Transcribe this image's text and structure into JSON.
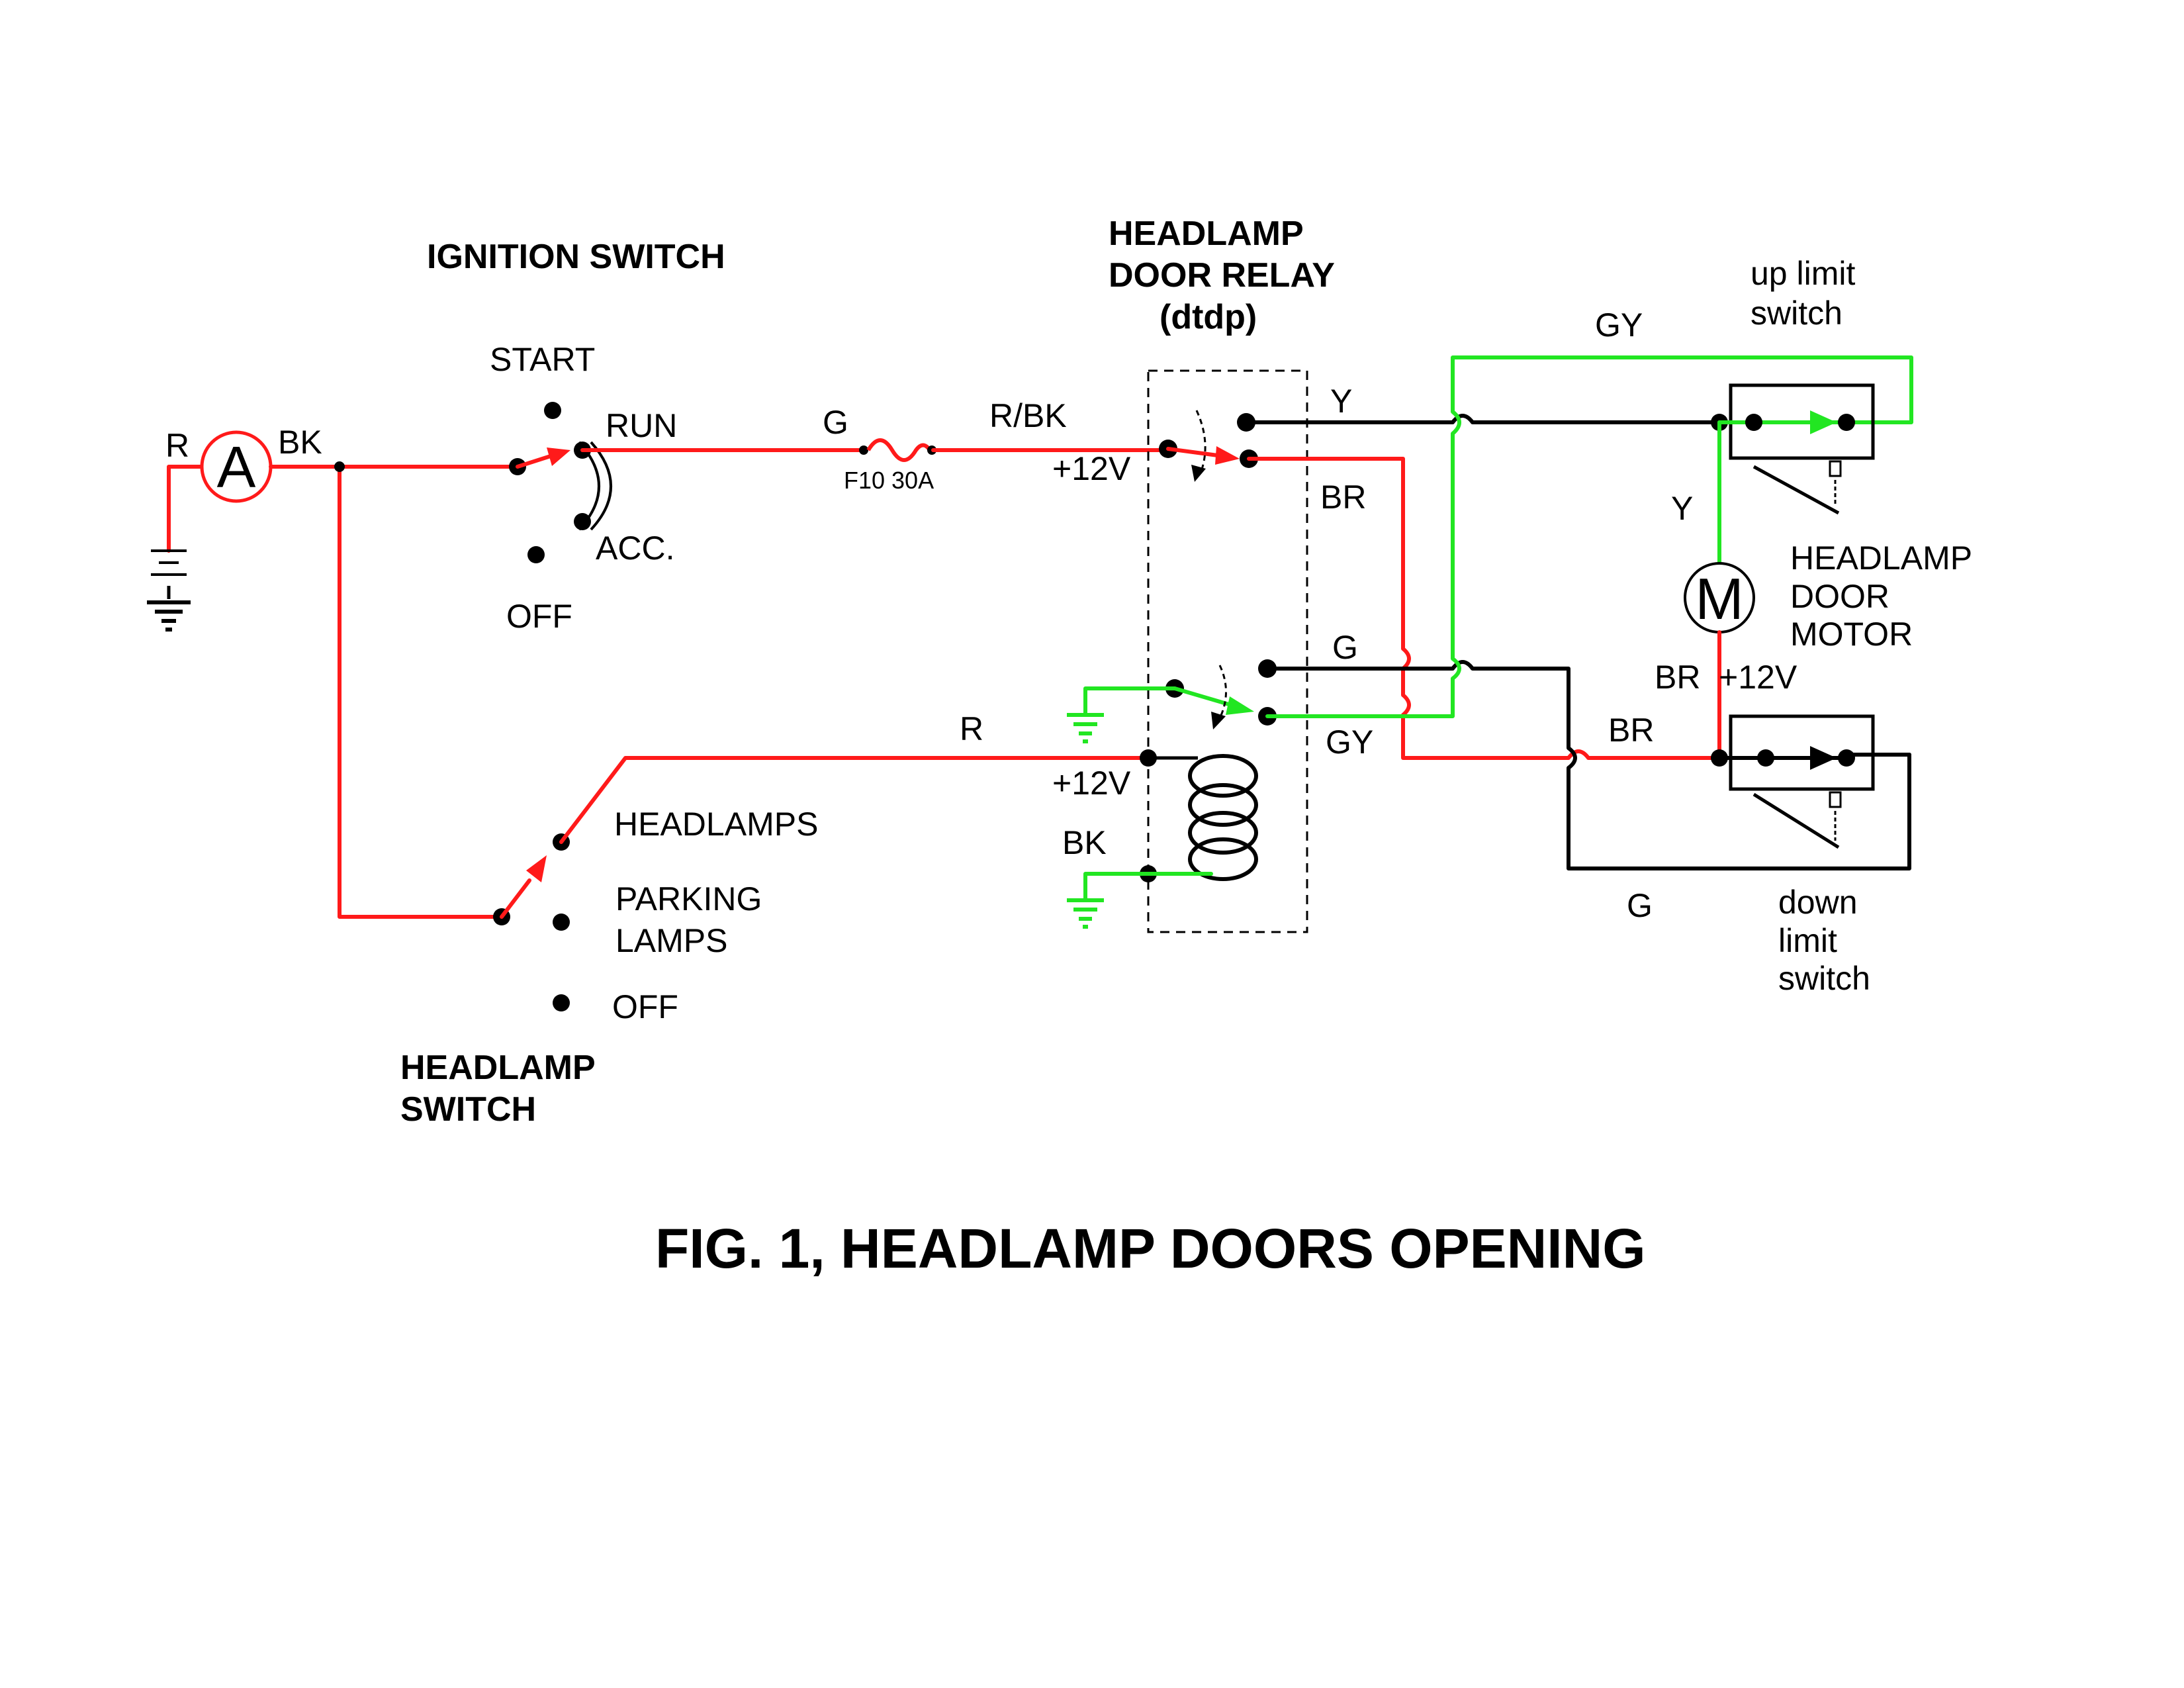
{
  "title": "FIG. 1, HEADLAMP DOORS OPENING",
  "ignition_switch": {
    "label": "IGNITION SWITCH",
    "positions": [
      "START",
      "RUN",
      "ACC.",
      "OFF"
    ]
  },
  "headlamp_switch": {
    "label_line1": "HEADLAMP",
    "label_line2": "SWITCH",
    "positions": [
      "HEADLAMPS",
      "PARKING",
      "LAMPS",
      "OFF"
    ]
  },
  "relay": {
    "label_line1": "HEADLAMP",
    "label_line2": "DOOR RELAY",
    "label_line3": "(dtdp)",
    "supply_label_top": "+12V",
    "supply_label_bottom": "+12V",
    "coil_ground_label": "BK"
  },
  "ammeter": {
    "symbol": "A",
    "in_wire": "R",
    "out_wire": "BK"
  },
  "fuse": {
    "wire_in": "G",
    "wire_out": "R/BK",
    "label": "F10 30A"
  },
  "motor": {
    "symbol": "M",
    "label_line1": "HEADLAMP",
    "label_line2": "DOOR",
    "label_line3": "MOTOR",
    "supply_label": "+12V"
  },
  "up_limit_switch": {
    "label_line1": "up limit",
    "label_line2": "switch"
  },
  "down_limit_switch": {
    "label_line1": "down",
    "label_line2": "limit",
    "label_line3": "switch"
  },
  "wire_labels": {
    "headlamp_feed": "R",
    "relay_out_y": "Y",
    "relay_out_br": "BR",
    "relay_out_g": "G",
    "relay_out_gy": "GY",
    "gy_top": "GY",
    "motor_y": "Y",
    "motor_br": "BR",
    "br_lower": "BR",
    "g_bottom": "G"
  },
  "colors": {
    "powered": "#ff1a1a",
    "ground": "#22e622",
    "inactive": "#000000"
  }
}
